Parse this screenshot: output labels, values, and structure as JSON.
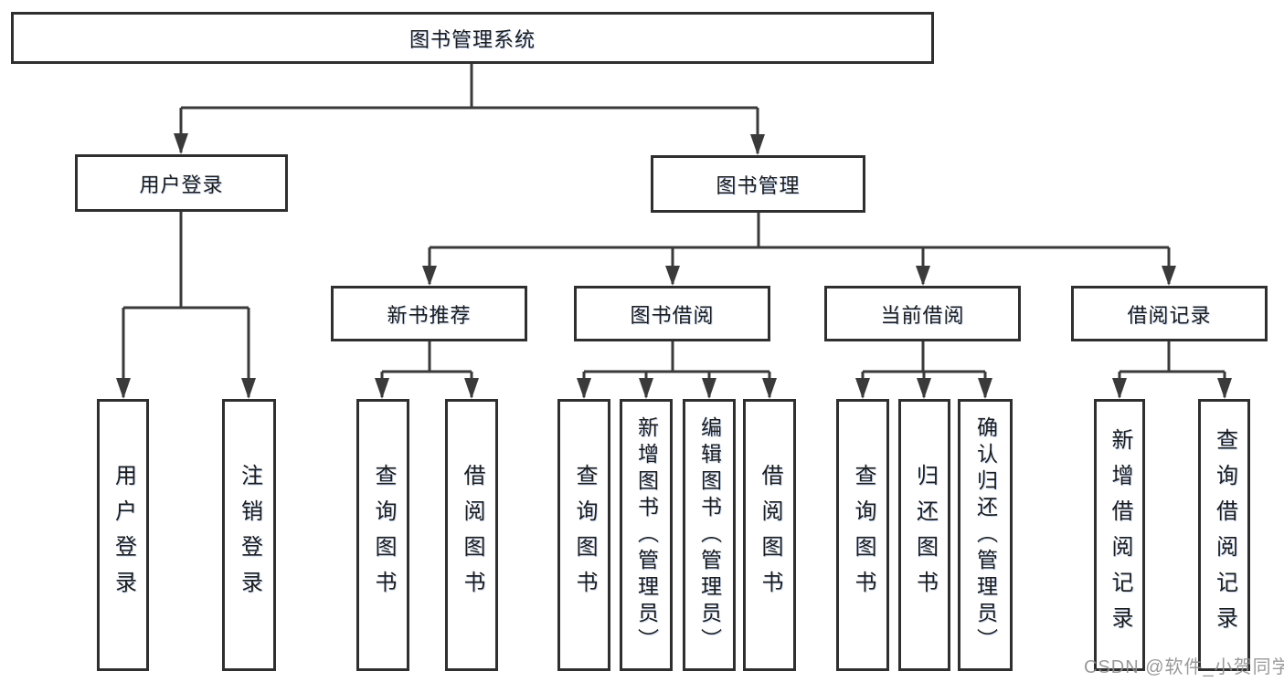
{
  "diagram": {
    "title_node": "图书管理系统",
    "level2": {
      "user_login": "用户登录",
      "book_management": "图书管理"
    },
    "level3": {
      "new_book_recommend": "新书推荐",
      "book_borrow": "图书借阅",
      "current_borrow": "当前借阅",
      "borrow_records": "借阅记录"
    },
    "leaves": {
      "user_login": [
        "用户登录",
        "注销登录"
      ],
      "new_book_recommend": [
        "查询图书",
        "借阅图书"
      ],
      "book_borrow": [
        "查询图书",
        "新增图书（管理员）",
        "编辑图书（管理员）",
        "借阅图书"
      ],
      "current_borrow": [
        "查询图书",
        "归还图书",
        "确认归还（管理员）"
      ],
      "borrow_records": [
        "新增借阅记录",
        "查询借阅记录"
      ]
    }
  },
  "watermark": {
    "text": "CSDN @软件_小贺同学",
    "color": "#909090"
  },
  "colors": {
    "background": "#ffffff",
    "box_border": "#2f2f2f",
    "connector_line": "#3a3a3a",
    "text": "#1c1c1c"
  }
}
